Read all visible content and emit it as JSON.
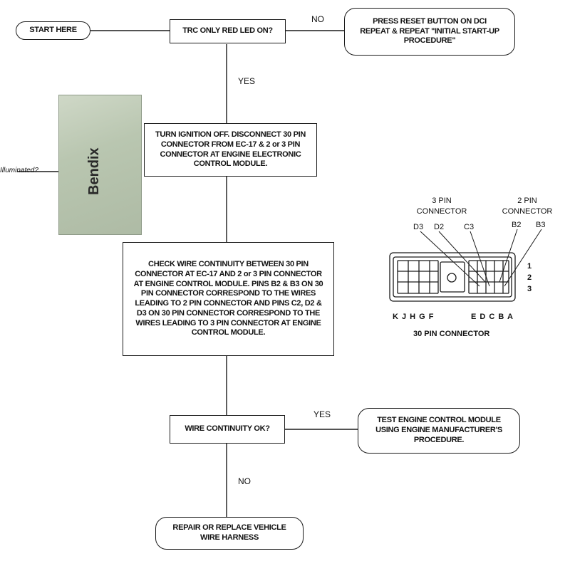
{
  "flow": {
    "start": "START HERE",
    "q1": "TRC ONLY RED LED ON?",
    "q1_no": "NO",
    "q1_yes": "YES",
    "reset": "PRESS RESET BUTTON ON DCI REPEAT & REPEAT \"INITIAL START-UP PROCEDURE\"",
    "step1": "TURN IGNITION OFF. DISCONNECT 30 PIN CONNECTOR FROM EC-17 & 2 or 3 PIN CONNECTOR AT ENGINE ELECTRONIC CONTROL MODULE.",
    "step2": "CHECK WIRE CONTINUITY BETWEEN 30 PIN CONNECTOR AT EC-17 AND 2 or 3 PIN CONNECTOR AT ENGINE CONTROL MODULE. PINS B2 & B3 ON 30 PIN CONNECTOR CORRESPOND TO THE WIRES LEADING TO 2 PIN CONNECTOR AND PINS C2, D2 & D3 ON 30 PIN CONNECTOR CORRESPOND TO THE WIRES LEADING TO 3 PIN CONNECTOR AT ENGINE CONTROL MODULE.",
    "q2": "WIRE CONTINUITY OK?",
    "q2_yes": "YES",
    "q2_no": "NO",
    "test": "TEST ENGINE CONTROL MODULE USING ENGINE MANUFACTURER'S PROCEDURE.",
    "repair": "REPAIR OR REPLACE VEHICLE WIRE HARNESS"
  },
  "photo": {
    "brand": "Bendix",
    "callout": "Illuminated?"
  },
  "connector": {
    "three_pin_label": "3 PIN CONNECTOR",
    "two_pin_label": "2 PIN CONNECTOR",
    "pins_3": [
      "D3",
      "D2",
      "C3"
    ],
    "pins_2": [
      "B2",
      "B3"
    ],
    "rows": [
      "1",
      "2",
      "3"
    ],
    "cols_left": "K J H G F",
    "cols_right": "E D C B A",
    "caption": "30 PIN CONNECTOR"
  }
}
